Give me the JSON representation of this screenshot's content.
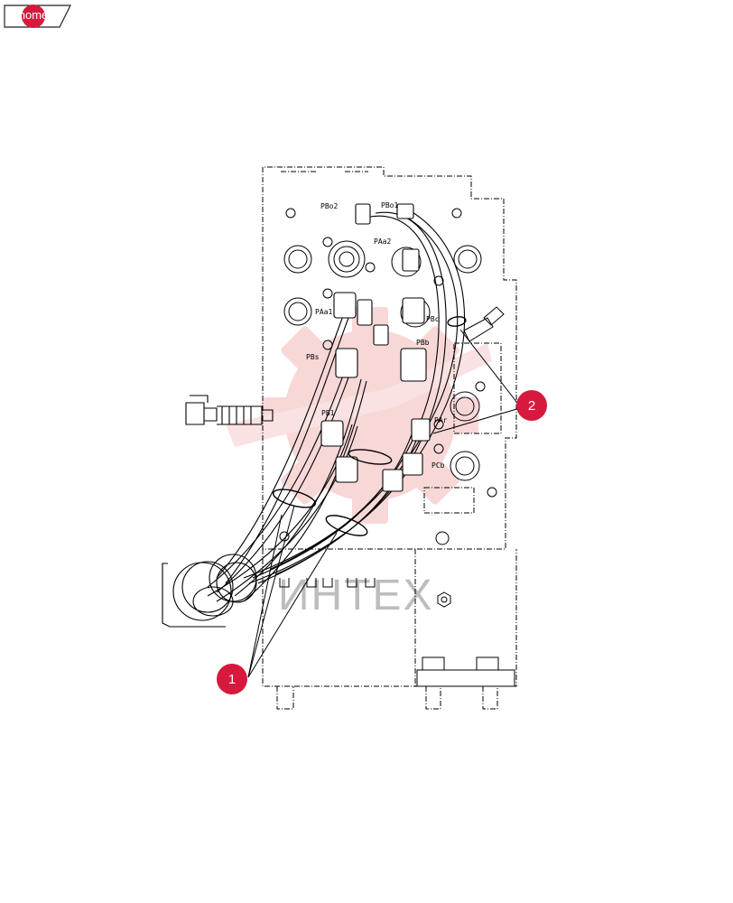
{
  "nav": {
    "home_label": "home"
  },
  "diagram": {
    "port_labels": [
      "PBo2",
      "PBo1",
      "PAa2",
      "PAa1",
      "PBc",
      "PBs",
      "PBb",
      "PB1",
      "PAr",
      "PCb"
    ],
    "callouts": [
      "1",
      "2"
    ],
    "watermark_text": "ИНТЕХ"
  },
  "colors": {
    "callout": "#d7193e",
    "watermark": "#f3b8b8",
    "line": "#000000"
  }
}
